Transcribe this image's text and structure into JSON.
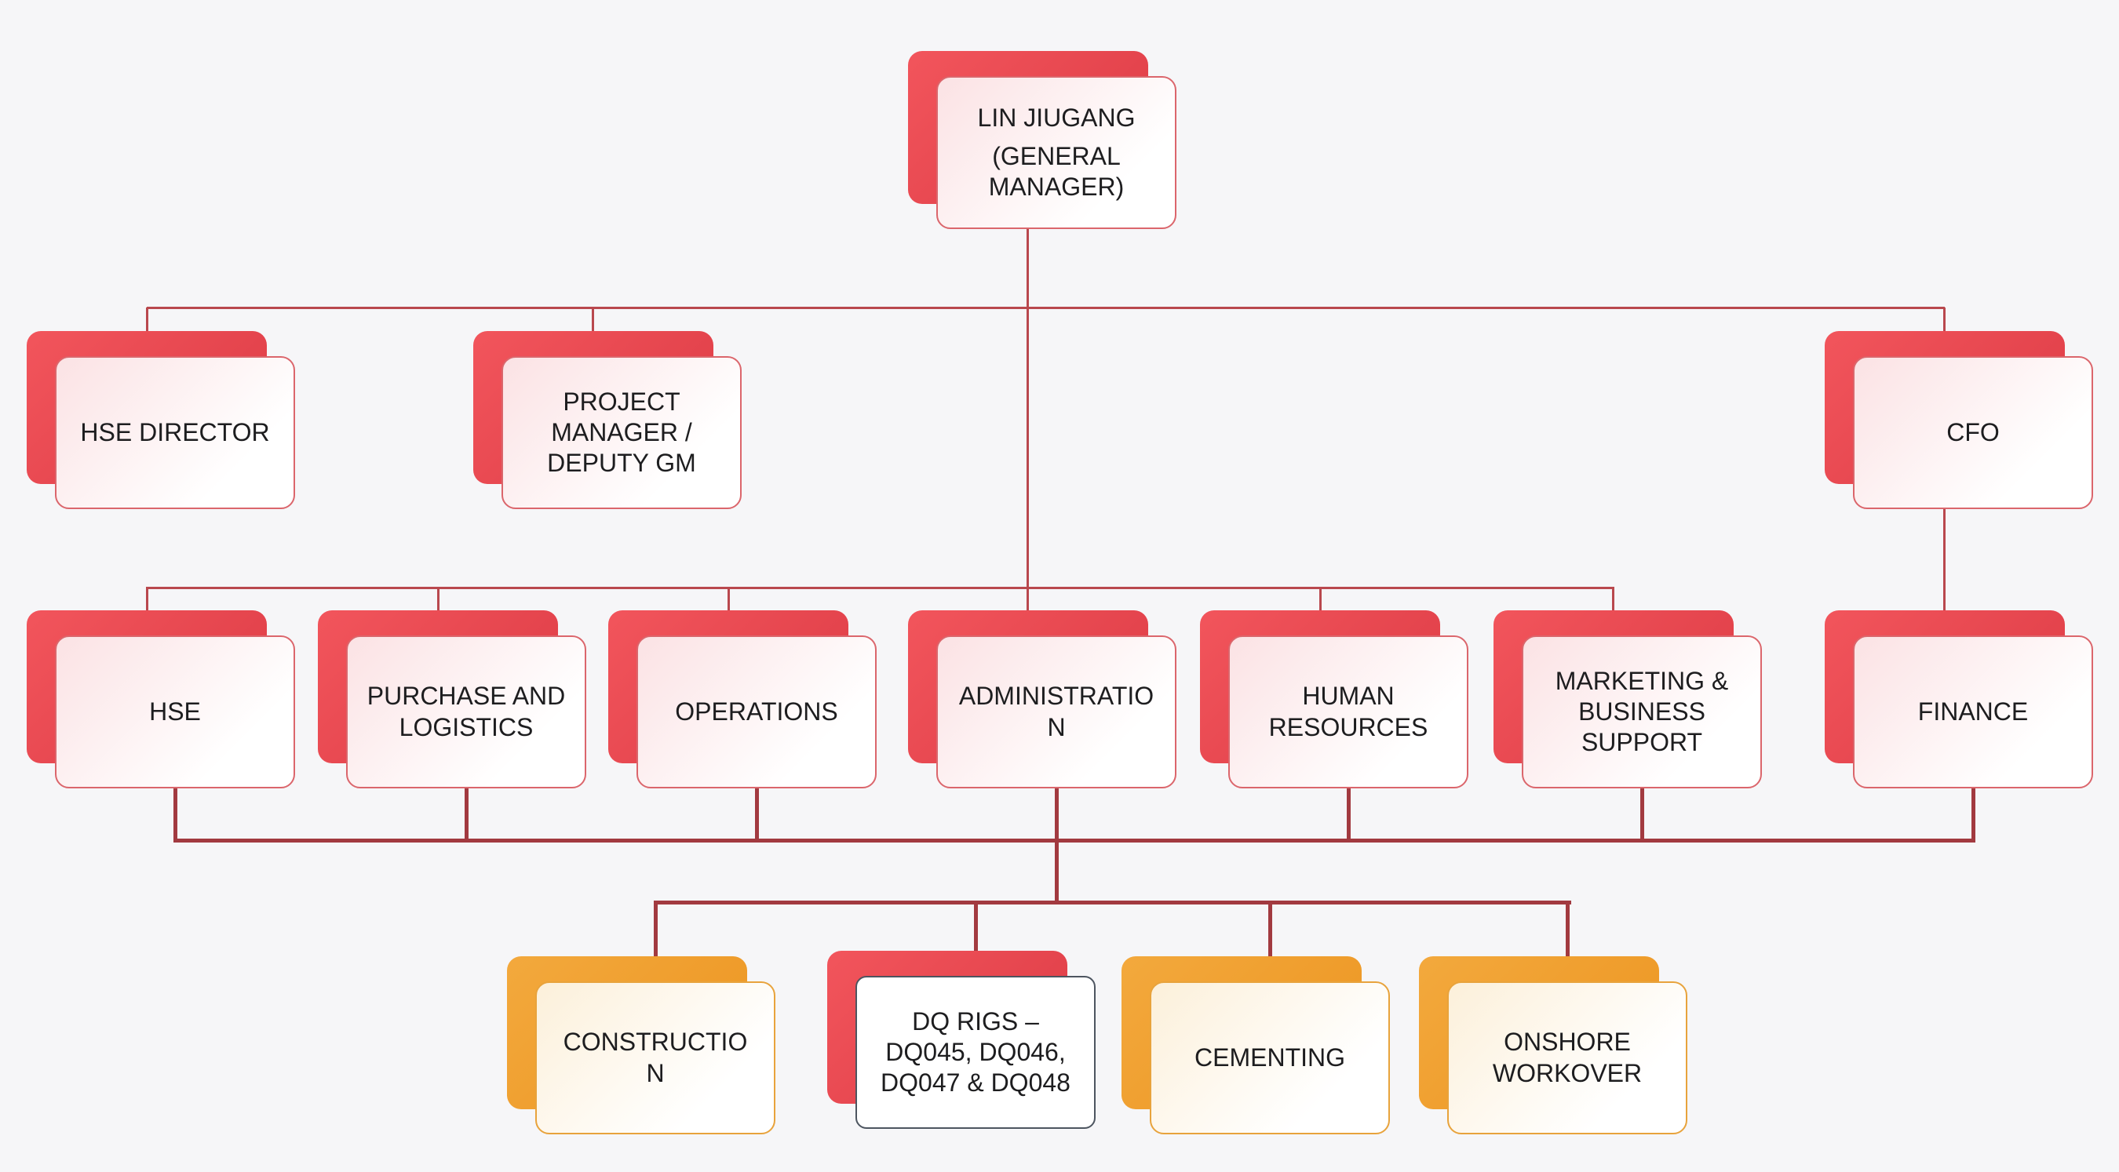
{
  "theme": {
    "background": "#f6f6f8",
    "text_color": "#1d1d1f",
    "connector_upper_color": "#b9484e",
    "connector_lower_color": "#a23a40",
    "red_shadow_start": "#f2555c",
    "red_shadow_end": "#dc3a44",
    "red_fill_tint": "#fbe2e4",
    "red_border": "#db666c",
    "orange_shadow_start": "#f3a93d",
    "orange_shadow_end": "#ec9420",
    "orange_fill_tint": "#fcf0da",
    "orange_border": "#e8a33c",
    "dq_border": "#4d5560",
    "dq_fill": "#ffffff"
  },
  "nodes": {
    "gm": {
      "title": "LIN JIUGANG",
      "subtitle": "(GENERAL MANAGER)"
    },
    "hse_director": {
      "label": "HSE DIRECTOR"
    },
    "project_manager": {
      "label": "PROJECT MANAGER / DEPUTY GM"
    },
    "cfo": {
      "label": "CFO"
    },
    "hse": {
      "label": "HSE"
    },
    "purchase": {
      "label": "PURCHASE AND LOGISTICS"
    },
    "operations": {
      "label": "OPERATIONS"
    },
    "administration": {
      "label": "ADMINISTRATION"
    },
    "hr": {
      "label": "HUMAN RESOURCES"
    },
    "marketing": {
      "label": "MARKETING & BUSINESS SUPPORT"
    },
    "finance": {
      "label": "FINANCE"
    },
    "construction": {
      "label": "CONSTRUCTION"
    },
    "dq_rigs": {
      "label": "DQ RIGS – DQ045, DQ046, DQ047 & DQ048"
    },
    "cementing": {
      "label": "CEMENTING"
    },
    "onshore_workover": {
      "label": "ONSHORE WORKOVER"
    }
  }
}
